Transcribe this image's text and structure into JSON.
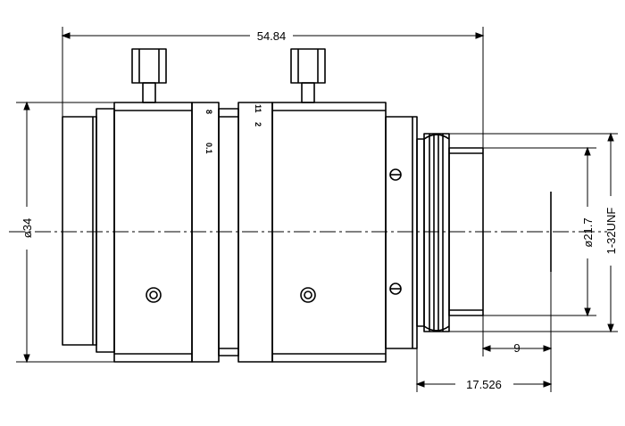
{
  "dimensions": {
    "overall_length": "54.84",
    "outer_diameter": "ø34",
    "mount_diameter": "ø21.7",
    "thread": "1-32UNF",
    "thread_length": "9",
    "flange_distance": "17.526"
  },
  "ring_marks": {
    "mark_a": "0.1",
    "mark_b": "8",
    "mark_c": "2",
    "mark_d": "11"
  }
}
